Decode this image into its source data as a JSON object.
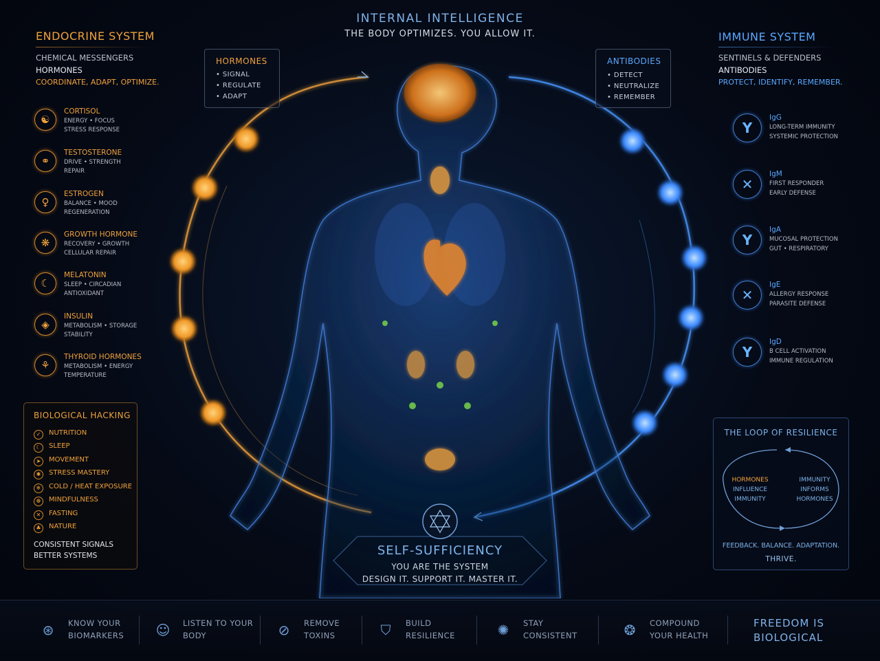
{
  "header": {
    "title": "INTERNAL INTELLIGENCE",
    "subtitle": "THE BODY OPTIMIZES. YOU ALLOW IT."
  },
  "endocrine": {
    "title": "ENDOCRINE SYSTEM",
    "line1": "CHEMICAL MESSENGERS",
    "line2": "HORMONES",
    "line3": "COORDINATE, ADAPT, OPTIMIZE.",
    "items": [
      {
        "name": "CORTISOL",
        "d1": "ENERGY • FOCUS",
        "d2": "STRESS RESPONSE"
      },
      {
        "name": "TESTOSTERONE",
        "d1": "DRIVE • STRENGTH",
        "d2": "REPAIR"
      },
      {
        "name": "ESTROGEN",
        "d1": "BALANCE • MOOD",
        "d2": "REGENERATION"
      },
      {
        "name": "GROWTH HORMONE",
        "d1": "RECOVERY • GROWTH",
        "d2": "CELLULAR REPAIR"
      },
      {
        "name": "MELATONIN",
        "d1": "SLEEP • CIRCADIAN",
        "d2": "ANTIOXIDANT"
      },
      {
        "name": "INSULIN",
        "d1": "METABOLISM • STORAGE",
        "d2": "STABILITY"
      },
      {
        "name": "THYROID HORMONES",
        "d1": "METABOLISM • ENERGY",
        "d2": "TEMPERATURE"
      }
    ]
  },
  "hacking": {
    "title": "BIOLOGICAL HACKING",
    "items": [
      "NUTRITION",
      "SLEEP",
      "MOVEMENT",
      "STRESS MASTERY",
      "COLD / HEAT EXPOSURE",
      "MINDFULNESS",
      "FASTING",
      "NATURE"
    ],
    "footer1": "CONSISTENT SIGNALS",
    "footer2": "BETTER SYSTEMS"
  },
  "hormones_callout": {
    "title": "HORMONES",
    "items": [
      "• SIGNAL",
      "• REGULATE",
      "• ADAPT"
    ]
  },
  "antibodies_callout": {
    "title": "ANTIBODIES",
    "items": [
      "• DETECT",
      "• NEUTRALIZE",
      "• REMEMBER"
    ]
  },
  "immune": {
    "title": "IMMUNE SYSTEM",
    "line1": "SENTINELS & DEFENDERS",
    "line2": "ANTIBODIES",
    "line3": "PROTECT, IDENTIFY, REMEMBER.",
    "items": [
      {
        "name": "IgG",
        "d1": "LONG-TERM IMMUNITY",
        "d2": "SYSTEMIC PROTECTION",
        "glyph": "Y"
      },
      {
        "name": "IgM",
        "d1": "FIRST RESPONDER",
        "d2": "EARLY DEFENSE",
        "glyph": "✕"
      },
      {
        "name": "IgA",
        "d1": "MUCOSAL PROTECTION",
        "d2": "GUT • RESPIRATORY",
        "glyph": "Y"
      },
      {
        "name": "IgE",
        "d1": "ALLERGY RESPONSE",
        "d2": "PARASITE DEFENSE",
        "glyph": "✕"
      },
      {
        "name": "IgD",
        "d1": "B CELL ACTIVATION",
        "d2": "IMMUNE REGULATION",
        "glyph": "Y"
      }
    ]
  },
  "loop": {
    "title": "THE LOOP OF RESILIENCE",
    "left1": "HORMONES",
    "left2": "INFLUENCE",
    "left3": "IMMUNITY",
    "right1": "IMMUNITY",
    "right2": "INFORMS",
    "right3": "HORMONES",
    "footer1": "FEEDBACK. BALANCE. ADAPTATION.",
    "footer2": "THRIVE."
  },
  "self": {
    "title": "SELF-SUFFICIENCY",
    "line1": "YOU ARE THE SYSTEM",
    "line2": "DESIGN IT. SUPPORT IT. MASTER IT."
  },
  "footer": {
    "items": [
      {
        "l1": "KNOW YOUR",
        "l2": "BIOMARKERS",
        "icon": "biomarker-icon",
        "glyph": "⊛"
      },
      {
        "l1": "LISTEN TO YOUR",
        "l2": "BODY",
        "icon": "head-icon",
        "glyph": "☺"
      },
      {
        "l1": "REMOVE",
        "l2": "TOXINS",
        "icon": "toxin-icon",
        "glyph": "⊘"
      },
      {
        "l1": "BUILD",
        "l2": "RESILIENCE",
        "icon": "shield-icon",
        "glyph": "⛉"
      },
      {
        "l1": "STAY",
        "l2": "CONSISTENT",
        "icon": "cycle-icon",
        "glyph": "✺"
      },
      {
        "l1": "COMPOUND",
        "l2": "YOUR HEALTH",
        "icon": "network-icon",
        "glyph": "❂"
      }
    ],
    "freedom1": "FREEDOM IS",
    "freedom2": "BIOLOGICAL"
  },
  "colors": {
    "endocrine_accent": "#f0a23c",
    "immune_accent": "#5aa8ff",
    "background": "#050a16"
  }
}
